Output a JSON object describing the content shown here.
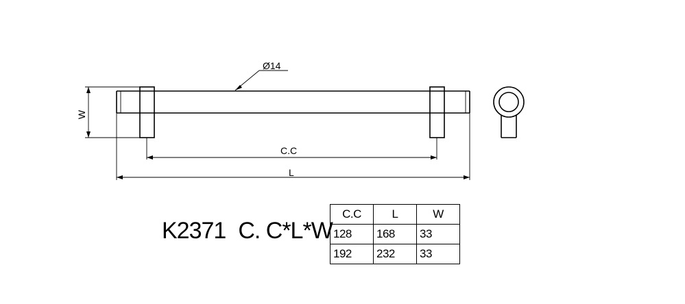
{
  "drawing": {
    "diameter_label": "Ø14",
    "width_label": "W",
    "center_label": "C.C",
    "length_label": "L"
  },
  "model": {
    "code": "K2371",
    "formula": "C. C*L*W"
  },
  "spec_table": {
    "headers": [
      "C.C",
      "L",
      "W"
    ],
    "rows": [
      [
        "128",
        "168",
        "33"
      ],
      [
        "192",
        "232",
        "33"
      ]
    ]
  }
}
